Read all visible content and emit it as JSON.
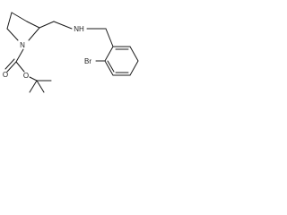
{
  "molecule": {
    "atoms": {
      "nitrogen_ring": "N",
      "nitrogen_amine": "NH",
      "oxygen_carbonyl": "O",
      "oxygen_ester": "O",
      "bromine": "Br"
    }
  },
  "colors": {
    "bond": "#1a1a1a",
    "text": "#1a1a1a",
    "background": "#ffffff"
  }
}
